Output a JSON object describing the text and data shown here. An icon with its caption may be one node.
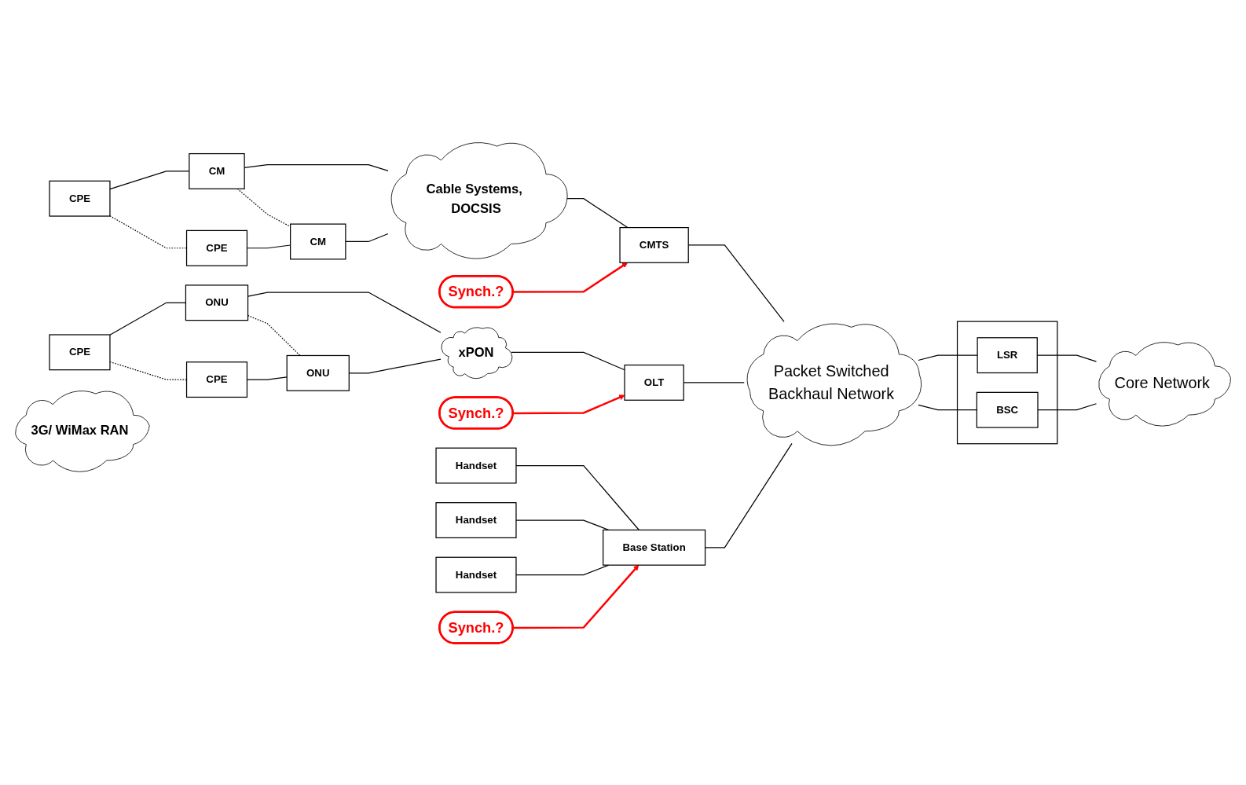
{
  "diagram": {
    "nodes": [
      {
        "text": [
          "CPE"
        ]
      },
      {
        "text": [
          "CM"
        ]
      },
      {
        "text": [
          "CPE"
        ]
      },
      {
        "text": [
          "CM"
        ]
      },
      {
        "text": [
          "Cable Systems, DOCSIS"
        ]
      },
      {
        "text": [
          "Synch.?"
        ]
      },
      {
        "text": [
          "CMTS"
        ]
      },
      {
        "text": [
          "CPE"
        ]
      },
      {
        "text": [
          "ONU"
        ]
      },
      {
        "text": [
          "CPE"
        ]
      },
      {
        "text": [
          "ONU"
        ]
      },
      {
        "text": [
          "xPON"
        ]
      },
      {
        "text": [
          "Synch.?"
        ]
      },
      {
        "text": [
          "OLT"
        ]
      },
      {
        "text": [
          "Handset"
        ]
      },
      {
        "text": [
          "Handset"
        ]
      },
      {
        "text": [
          "Handset"
        ]
      },
      {
        "text": [
          "3G/ WiMax RAN"
        ]
      },
      {
        "text": [
          "Synch.?"
        ]
      },
      {
        "text": [
          "Base Station"
        ]
      },
      {
        "text": [
          "Packet Switched",
          "Backhaul Network"
        ]
      },
      {
        "text": [],
        "shape": "box"
      },
      {
        "text": [
          "LSR"
        ],
        "in": 21
      },
      {
        "text": [
          "BSC"
        ],
        "in": 21
      },
      {
        "text": [
          "Core Network"
        ]
      }
    ],
    "edges": [
      {
        "from": 0,
        "to": 1,
        "arrow": "none"
      },
      {
        "from": 0,
        "to": 2,
        "arrow": "none",
        "style": "dashed"
      },
      {
        "from": 1,
        "to": 3,
        "arrow": "none",
        "style": "dashed"
      },
      {
        "from": 2,
        "to": 3,
        "arrow": "none"
      },
      {
        "from": 1,
        "to": 4,
        "arrow": "none"
      },
      {
        "from": 3,
        "to": 4,
        "arrow": "none"
      },
      {
        "from": 4,
        "to": 6,
        "arrow": "none"
      },
      {
        "from": 5,
        "to": 6,
        "arrow": "to",
        "color": "#ff0000"
      },
      {
        "from": 6,
        "to": 20,
        "arrow": "none"
      },
      {
        "from": 7,
        "to": 8,
        "arrow": "none"
      },
      {
        "from": 7,
        "to": 9,
        "arrow": "none",
        "style": "dashed"
      },
      {
        "from": 8,
        "to": 10,
        "arrow": "none",
        "style": "dashed"
      },
      {
        "from": 9,
        "to": 10,
        "arrow": "none"
      },
      {
        "from": 8,
        "to": 11,
        "arrow": "none"
      },
      {
        "from": 10,
        "to": 11,
        "arrow": "none"
      },
      {
        "from": 11,
        "to": 13,
        "arrow": "none"
      },
      {
        "from": 12,
        "to": 13,
        "arrow": "to",
        "color": "#ff0000"
      },
      {
        "from": 13,
        "to": 20,
        "arrow": "none"
      },
      {
        "from": 14,
        "to": 19,
        "arrow": "none"
      },
      {
        "from": 15,
        "to": 19,
        "arrow": "none"
      },
      {
        "from": 16,
        "to": 19,
        "arrow": "none"
      },
      {
        "from": 18,
        "to": 19,
        "arrow": "to",
        "color": "#ff0000"
      },
      {
        "from": 19,
        "to": 20,
        "arrow": "none"
      },
      {
        "from": 20,
        "to": 22,
        "arrow": "none"
      },
      {
        "from": 20,
        "to": 23,
        "arrow": "none"
      },
      {
        "from": 22,
        "to": 24,
        "arrow": "none"
      },
      {
        "from": 23,
        "to": 24,
        "arrow": "none"
      }
    ]
  }
}
